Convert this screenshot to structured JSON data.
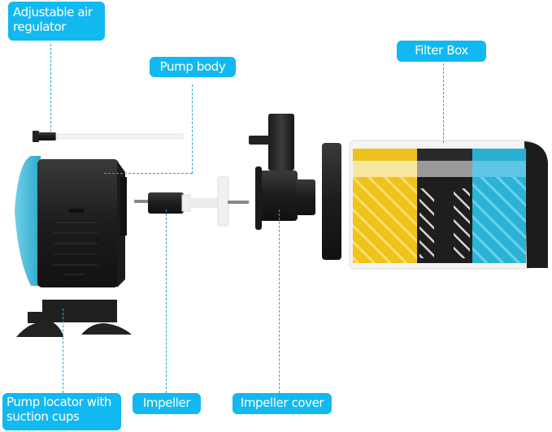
{
  "diagram": {
    "type": "exploded-view product diagram",
    "subject": "Aquarium internal filter pump",
    "accent_color": "#12b8f0",
    "leader_line_color": "#2aa7c0",
    "labels": {
      "air_regulator": "Adjustable air regulator",
      "air_regulator_line1": "Adjustable air",
      "air_regulator_line2": "regulator",
      "pump_body": "Pump body",
      "filter_box": "Filter Box",
      "pump_locator": "Pump locator with suction cups",
      "pump_locator_line1": "Pump locator with",
      "pump_locator_line2": "suction cups",
      "impeller": "Impeller",
      "impeller_cover": "Impeller cover"
    },
    "components": [
      {
        "name": "Adjustable air regulator",
        "depiction": "air-tube-with-valve"
      },
      {
        "name": "Pump body",
        "depiction": "black-motor-housing-blue-front"
      },
      {
        "name": "Pump locator with suction cups",
        "depiction": "base-with-two-suction-cups"
      },
      {
        "name": "Impeller",
        "depiction": "magnetic-rotor-shaft-with-white-blade"
      },
      {
        "name": "Impeller cover",
        "depiction": "black-housing-with-outlet-tube"
      },
      {
        "name": "Filter Box",
        "depiction": "clear-box-with-yellow-black-blue-sponges"
      }
    ],
    "filter_media_colors": {
      "yellow": "#f2c418",
      "black": "#262626",
      "blue": "#2bb4d6"
    }
  }
}
